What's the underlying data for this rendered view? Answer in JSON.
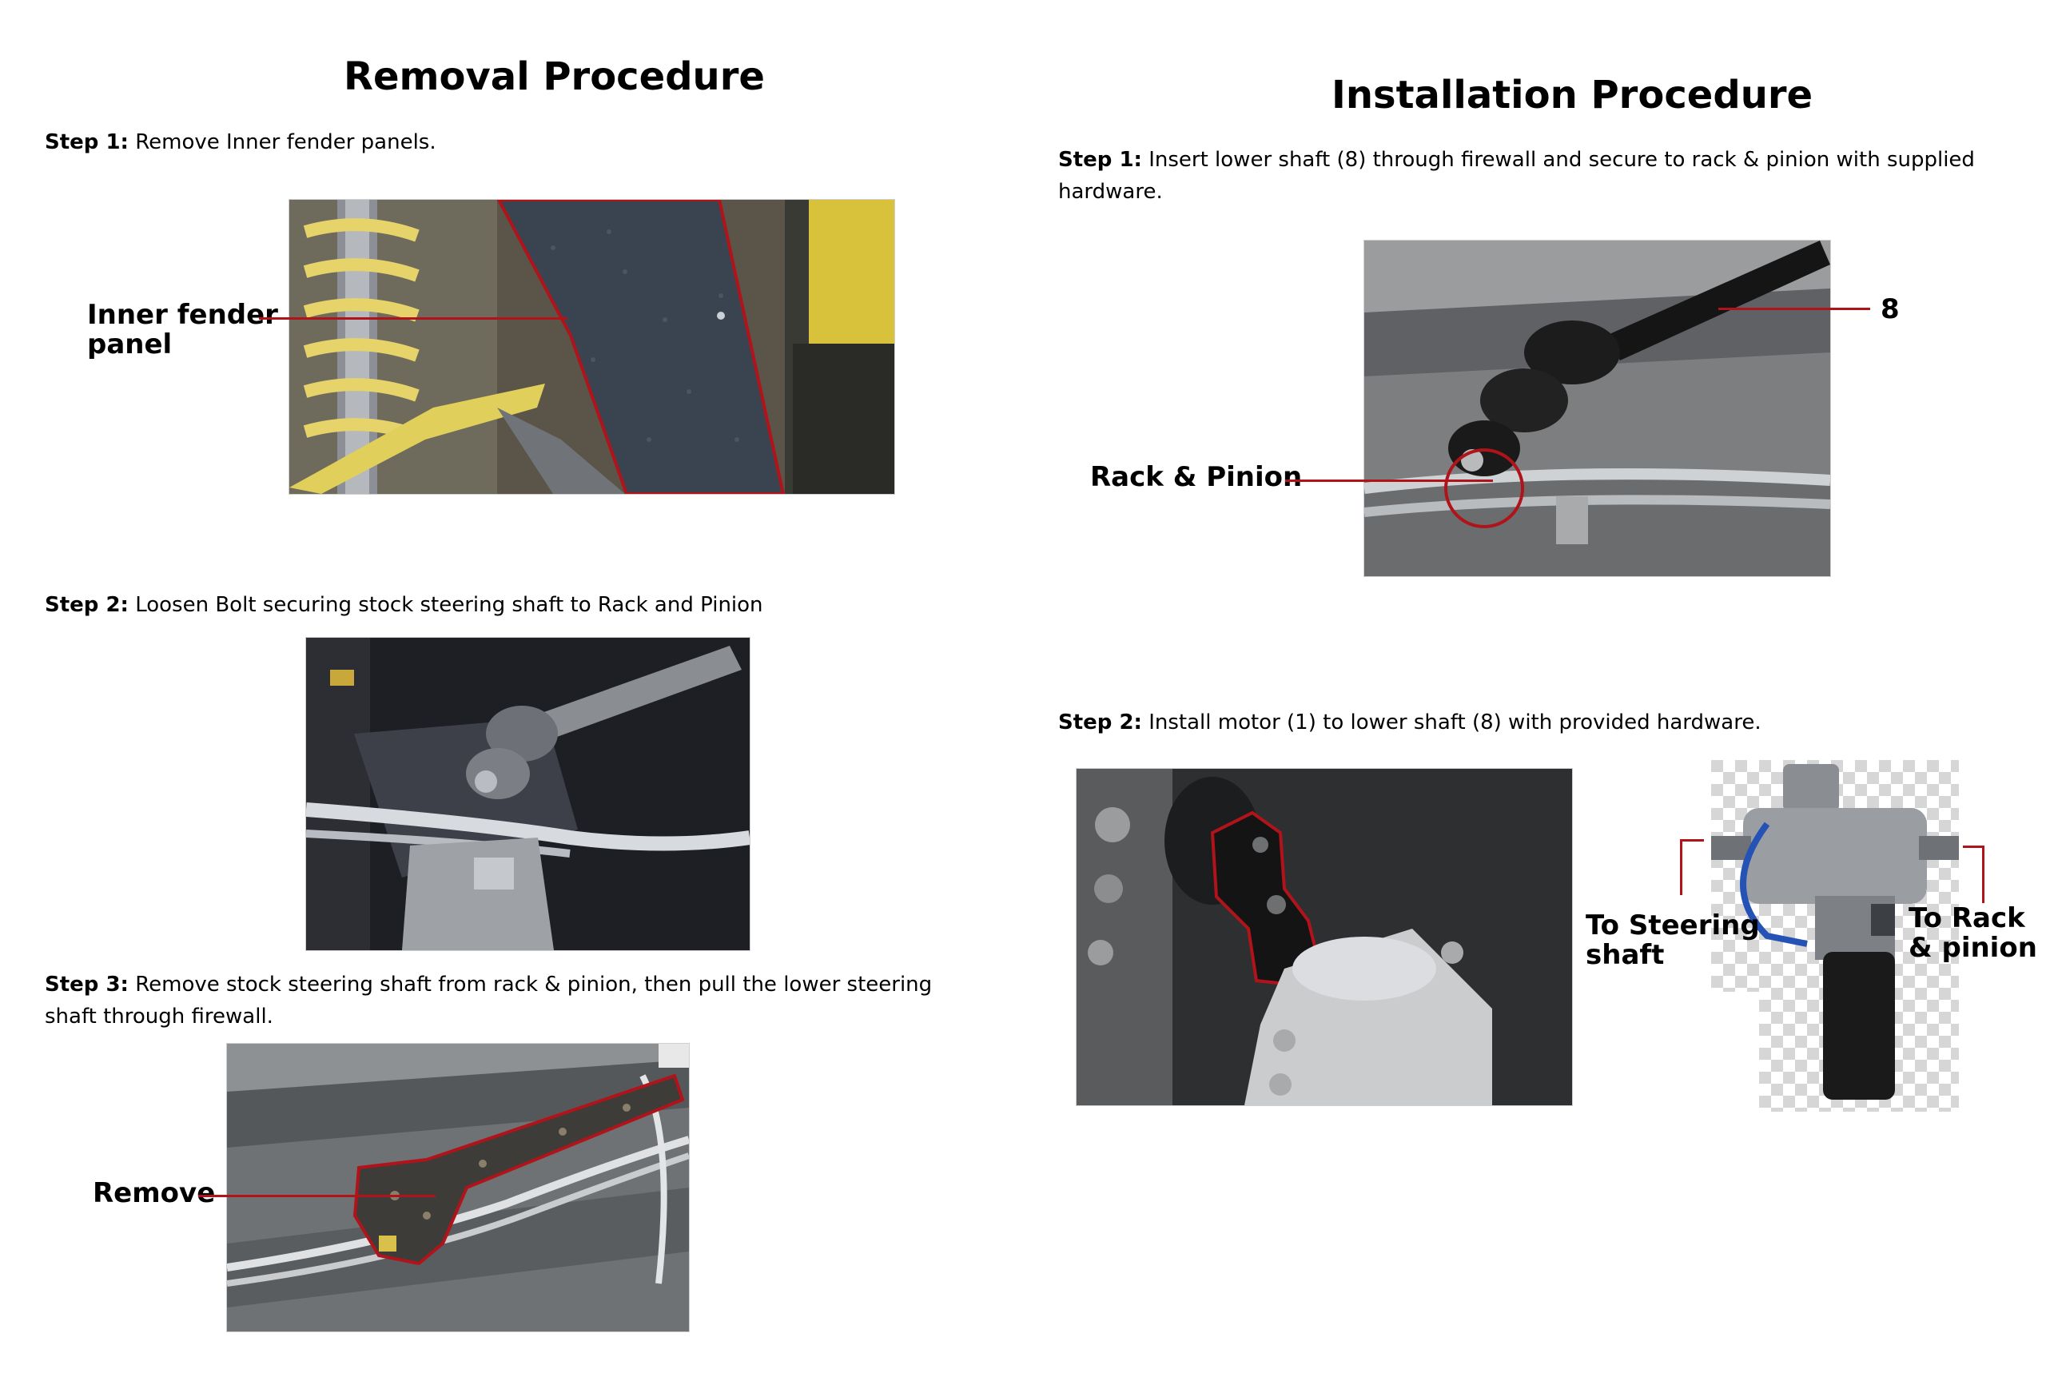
{
  "removal": {
    "title": "Removal Procedure",
    "steps": [
      {
        "label": "Step 1:",
        "text": "Remove Inner fender panels."
      },
      {
        "label": "Step 2:",
        "text": "Loosen Bolt securing stock steering shaft to Rack and Pinion"
      },
      {
        "label": "Step 3:",
        "text": "Remove stock steering shaft from rack & pinion, then pull the lower steering shaft through firewall."
      }
    ],
    "callouts": {
      "inner_fender_line1": "Inner fender",
      "inner_fender_line2": "panel",
      "remove": "Remove"
    }
  },
  "installation": {
    "title": "Installation Procedure",
    "steps": [
      {
        "label": "Step 1:",
        "text": "Insert lower shaft (8) through firewall and secure to rack & pinion with supplied hardware."
      },
      {
        "label": "Step 2:",
        "text": "Install motor (1) to lower shaft (8) with provided hardware."
      }
    ],
    "callouts": {
      "part_8": "8",
      "rack_pinion": "Rack & Pinion",
      "to_steering_line1": "To Steering",
      "to_steering_line2": "shaft",
      "to_rack_line1": "To Rack",
      "to_rack_line2": "& pinion"
    }
  },
  "colors": {
    "callout_red": "#b0141a",
    "spring_yellow": "#e6d46a",
    "panel_dark": "#3a4350"
  }
}
